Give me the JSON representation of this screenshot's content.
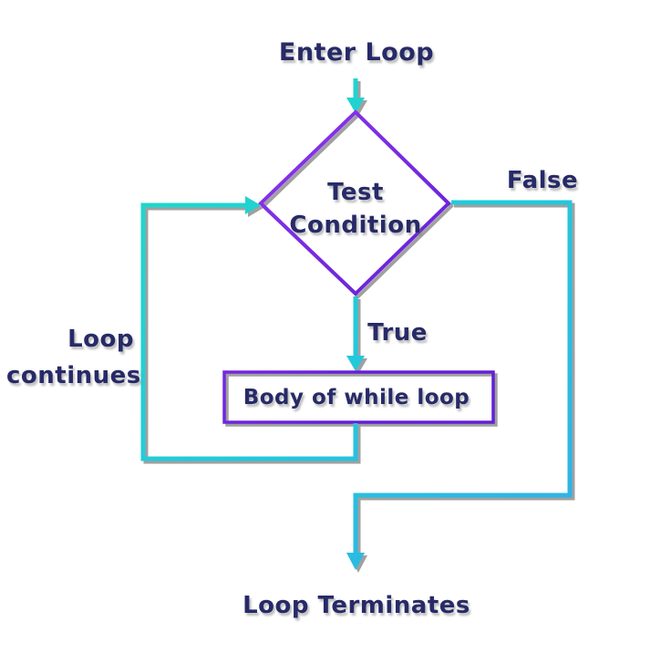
{
  "diagram": {
    "type": "flowchart",
    "subject": "while loop control flow",
    "labels": {
      "enter_loop": "Enter Loop",
      "test_condition_line1": "Test",
      "test_condition_line2": "Condition",
      "false_branch": "False",
      "true_branch": "True",
      "body": "Body of while loop",
      "loop_continues_line1": "Loop",
      "loop_continues_line2": "continues",
      "loop_terminates": "Loop Terminates"
    },
    "colors": {
      "text_navy": "#272a67",
      "connector_teal": "#1fdcc4",
      "connector_blue": "#33ace9",
      "shape_purple_light": "#8f35f0",
      "shape_purple_dark": "#6320d6",
      "shadow_gray": "#8e8e8e",
      "background": "#ffffff"
    },
    "nodes": [
      {
        "id": "enter",
        "shape": "label",
        "label": "Enter Loop"
      },
      {
        "id": "test",
        "shape": "diamond",
        "label": "Test Condition"
      },
      {
        "id": "body",
        "shape": "rectangle",
        "label": "Body of while loop"
      },
      {
        "id": "terminate",
        "shape": "label",
        "label": "Loop Terminates"
      }
    ],
    "edges": [
      {
        "from": "enter",
        "to": "test",
        "label": ""
      },
      {
        "from": "test",
        "to": "body",
        "label": "True"
      },
      {
        "from": "body",
        "to": "test",
        "label": "Loop continues"
      },
      {
        "from": "test",
        "to": "terminate",
        "label": "False"
      }
    ]
  }
}
